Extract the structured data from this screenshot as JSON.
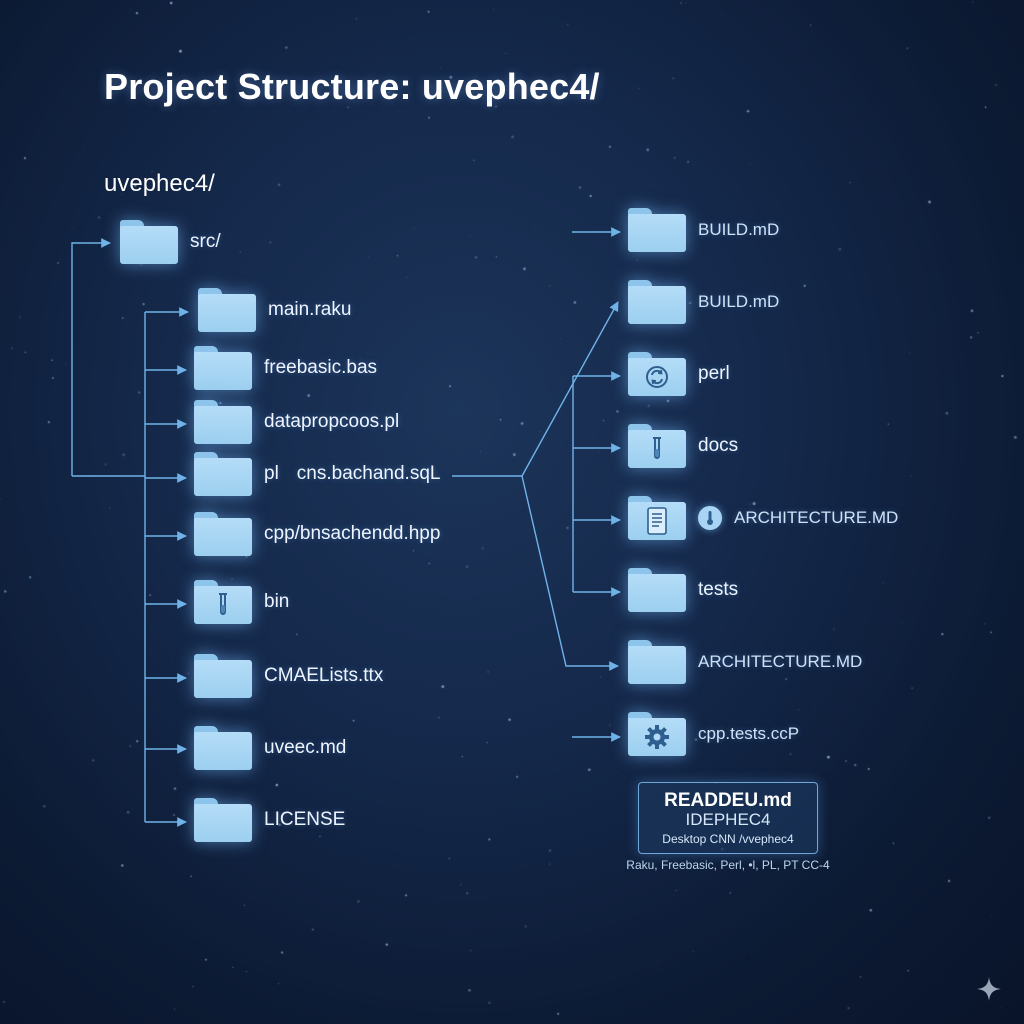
{
  "title": "Project Structure: uvephec4/",
  "root": "uvephec4/",
  "left_tree": {
    "src": "src/",
    "files": [
      {
        "label": "main.raku",
        "icon": "folder-icon"
      },
      {
        "label": "freebasic.bas",
        "icon": "folder-icon"
      },
      {
        "label": "datapropсoos.pl",
        "icon": "folder-icon"
      },
      {
        "label": "pl",
        "extra": "cns.bachand.sqL",
        "icon": "folder-icon"
      },
      {
        "label": "cpp/bnsachendd.hpp",
        "icon": "folder-icon"
      },
      {
        "label": "bin",
        "icon": "test-tube-icon"
      },
      {
        "label": "CMAELists.ttx",
        "icon": "folder-icon"
      },
      {
        "label": "uveec.md",
        "icon": "folder-icon"
      },
      {
        "label": "LICENSE",
        "icon": "folder-icon"
      }
    ]
  },
  "right_tree": {
    "items": [
      {
        "label": "BUILD.mD",
        "icon": "folder-icon"
      },
      {
        "label": "BUILD.mD",
        "icon": "folder-icon"
      },
      {
        "label": "perl",
        "icon": "sync-icon"
      },
      {
        "label": "docs",
        "icon": "test-tube-icon"
      },
      {
        "label": "ARCHITECTURE.MD",
        "icon": "document-icon",
        "badge": "thermometer-icon"
      },
      {
        "label": "tests",
        "icon": "folder-icon"
      },
      {
        "label": "ARCHITECTURE.MD",
        "icon": "folder-icon"
      },
      {
        "label": "cpp.tests.ccP",
        "icon": "gear-icon"
      }
    ]
  },
  "readme": {
    "title": "READDEU.md",
    "subtitle": "IDEPHEC4",
    "path": "Desktop CNN /vvephec4",
    "languages": "Raku, Freebasic, Perl, •l, PL, PT CC-4"
  },
  "colors": {
    "background": "#12264a",
    "folder": "#a8d6f5",
    "line": "#6fb3e8",
    "text": "#eef5ff"
  }
}
